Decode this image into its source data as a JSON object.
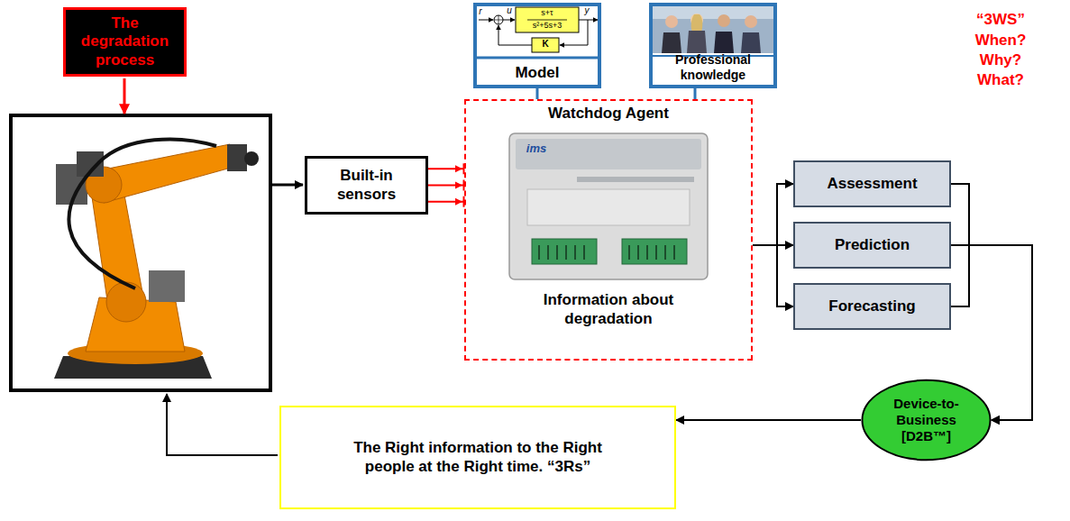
{
  "diagram": {
    "nodes": [
      {
        "text": [
          "The degradation process"
        ]
      },
      {
        "text": [
          "Model"
        ]
      },
      {
        "text": [
          "Professional knowledge"
        ]
      },
      {
        "text": [
          "Built-in sensors"
        ]
      },
      {
        "text": [
          "Watchdog Agent",
          "Information about degradation"
        ]
      },
      {
        "text": [
          "Assessment"
        ]
      },
      {
        "text": [
          "Prediction"
        ]
      },
      {
        "text": [
          "Forecasting"
        ]
      },
      {
        "text": [
          "Device-to-Business [D2B™]"
        ]
      },
      {
        "text": [
          "The Right information to the Right people at the Right time. “3Rs”"
        ]
      }
    ],
    "edges": [
      {
        "from": 3,
        "to": 4,
        "arrow": "to"
      },
      {
        "from": 3,
        "to": 4,
        "arrow": "to"
      },
      {
        "from": 3,
        "to": 4,
        "arrow": "to"
      },
      {
        "from": 1,
        "to": 4,
        "arrow": "none"
      },
      {
        "from": 2,
        "to": 4,
        "arrow": "none"
      },
      {
        "from": 4,
        "to": 5,
        "arrow": "to"
      },
      {
        "from": 4,
        "to": 6,
        "arrow": "to"
      },
      {
        "from": 4,
        "to": 7,
        "arrow": "to"
      },
      {
        "from": 5,
        "to": 8,
        "arrow": "to"
      },
      {
        "from": 6,
        "to": 8,
        "arrow": "to"
      },
      {
        "from": 7,
        "to": 8,
        "arrow": "to"
      },
      {
        "from": 8,
        "to": 9,
        "arrow": "to"
      }
    ],
    "labels": [
      "“3WS”",
      "When?",
      "Why?",
      "What?",
      "r",
      "u",
      "y",
      "s+τ",
      "s²+5s+3",
      "K",
      "ims"
    ]
  }
}
